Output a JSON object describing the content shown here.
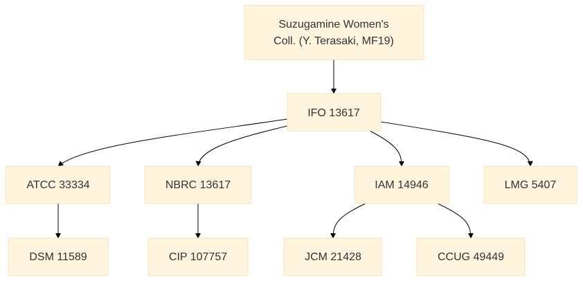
{
  "diagram": {
    "type": "tree",
    "colors": {
      "node_fill": "#fff4dd",
      "node_border": "#f4e4bd",
      "text": "#333333",
      "edge": "#000000"
    },
    "nodes": [
      {
        "id": "root",
        "lines": [
          "Suzugamine Women's",
          "Coll. (Y. Terasaki, MF19)"
        ]
      },
      {
        "id": "ifo",
        "lines": [
          "IFO 13617"
        ]
      },
      {
        "id": "atcc",
        "lines": [
          "ATCC 33334"
        ]
      },
      {
        "id": "nbrc",
        "lines": [
          "NBRC 13617"
        ]
      },
      {
        "id": "iam",
        "lines": [
          "IAM 14946"
        ]
      },
      {
        "id": "lmg",
        "lines": [
          "LMG 5407"
        ]
      },
      {
        "id": "dsm",
        "lines": [
          "DSM 11589"
        ]
      },
      {
        "id": "cip",
        "lines": [
          "CIP 107757"
        ]
      },
      {
        "id": "jcm",
        "lines": [
          "JCM 21428"
        ]
      },
      {
        "id": "ccug",
        "lines": [
          "CCUG 49449"
        ]
      }
    ],
    "edges": [
      {
        "from": "root",
        "to": "ifo"
      },
      {
        "from": "ifo",
        "to": "atcc"
      },
      {
        "from": "ifo",
        "to": "nbrc"
      },
      {
        "from": "ifo",
        "to": "iam"
      },
      {
        "from": "ifo",
        "to": "lmg"
      },
      {
        "from": "atcc",
        "to": "dsm"
      },
      {
        "from": "nbrc",
        "to": "cip"
      },
      {
        "from": "iam",
        "to": "jcm"
      },
      {
        "from": "iam",
        "to": "ccug"
      }
    ]
  }
}
